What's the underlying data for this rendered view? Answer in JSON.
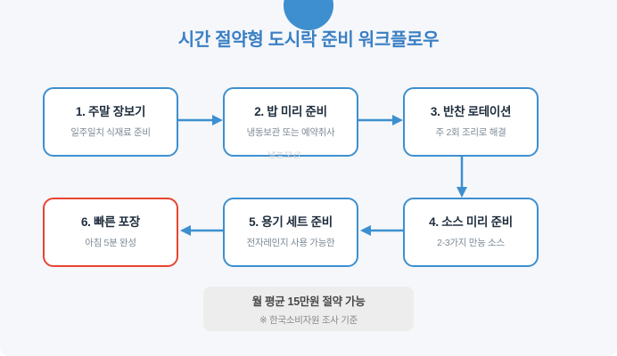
{
  "page": {
    "title": "시간 절약형 도시락 준비 워크플로우",
    "background_color": "#f5f7fa",
    "title_color": "#3a7fc4",
    "accent_blue": "#3d8fd0",
    "accent_red": "#e8432f"
  },
  "decor": {
    "top_circle_color": "#3d8fd0"
  },
  "steps": [
    {
      "id": "step-1",
      "title": "1. 주말 장보기",
      "subtitle": "일주일치 식재료 준비",
      "border_color": "#3d8fd0"
    },
    {
      "id": "step-2",
      "title": "2. 밥 미리 준비",
      "subtitle": "냉동보관 또는 예약취사",
      "border_color": "#3d8fd0"
    },
    {
      "id": "step-3",
      "title": "3. 반찬 로테이션",
      "subtitle": "주 2회 조리로 해결",
      "border_color": "#3d8fd0"
    },
    {
      "id": "step-4",
      "title": "4. 소스 미리 준비",
      "subtitle": "2-3가지 만능 소스",
      "border_color": "#3d8fd0"
    },
    {
      "id": "step-5",
      "title": "5. 용기 세트 준비",
      "subtitle": "전자레인지 사용 가능한",
      "border_color": "#3d8fd0"
    },
    {
      "id": "step-6",
      "title": "6. 빠른 포장",
      "subtitle": "아침 5분 완성",
      "border_color": "#e8432f"
    }
  ],
  "connectors": [
    {
      "id": "conn-1-2",
      "from": "step-1",
      "to": "step-2",
      "direction": "right",
      "color": "#3d8fd0"
    },
    {
      "id": "conn-2-3",
      "from": "step-2",
      "to": "step-3",
      "direction": "right",
      "color": "#3d8fd0"
    },
    {
      "id": "conn-3-4",
      "from": "step-3",
      "to": "step-4",
      "direction": "down",
      "color": "#3d8fd0"
    },
    {
      "id": "conn-4-5",
      "from": "step-4",
      "to": "step-5",
      "direction": "left",
      "color": "#3d8fd0"
    },
    {
      "id": "conn-5-6",
      "from": "step-5",
      "to": "step-6",
      "direction": "left",
      "color": "#3d8fd0"
    }
  ],
  "footer": {
    "main": "월 평균 15만원 절약 가능",
    "sub": "※ 한국소비자원 조사 기준",
    "background_color": "#ededed"
  },
  "artifact": {
    "ghost_text": "냉동보관"
  }
}
